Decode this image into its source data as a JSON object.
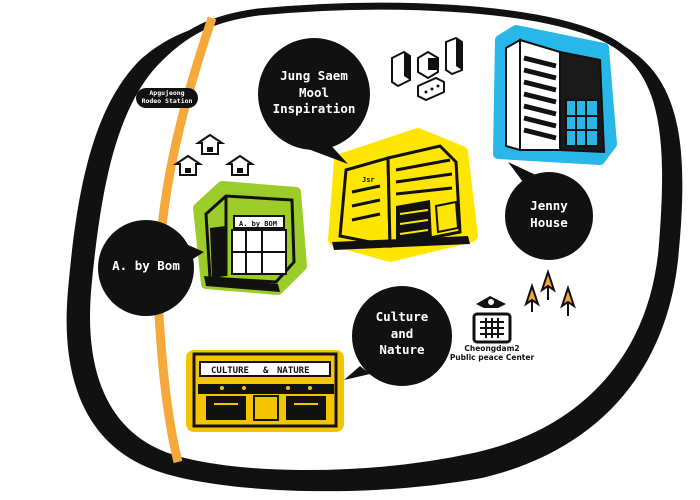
{
  "colors": {
    "outline": "#111111",
    "road": "#f5a93a",
    "blue_accent": "#29b6e8",
    "yellow_accent": "#ffe600",
    "green_accent": "#9ccc2a",
    "gold_accent": "#f4c400",
    "tree_orange": "#f5a93a"
  },
  "map": {
    "labels": {
      "station_line1": "Apgujeong",
      "station_line2": "Rodeo Station",
      "jung_saem_line1": "Jung Saem",
      "jung_saem_line2": "Mool",
      "jung_saem_line3": "Inspiration",
      "jenny_line1": "Jenny",
      "jenny_line2": "House",
      "bom": "A. by Bom",
      "culture_line1": "Culture",
      "culture_line2": "and",
      "culture_line3": "Nature",
      "center_line1": "Cheongdam2",
      "center_line2": "Public peace Center"
    },
    "signs": {
      "bom_sign": "A. by BOM",
      "jung_saem_sign": "Jsr",
      "culture_sign_left": "CULTURE",
      "culture_sign_amp": "&",
      "culture_sign_right": "NATURE"
    },
    "icons": [
      "house-icon",
      "small-building-icon",
      "tree-icon",
      "police-center-icon",
      "speech-bubble-icon"
    ]
  }
}
